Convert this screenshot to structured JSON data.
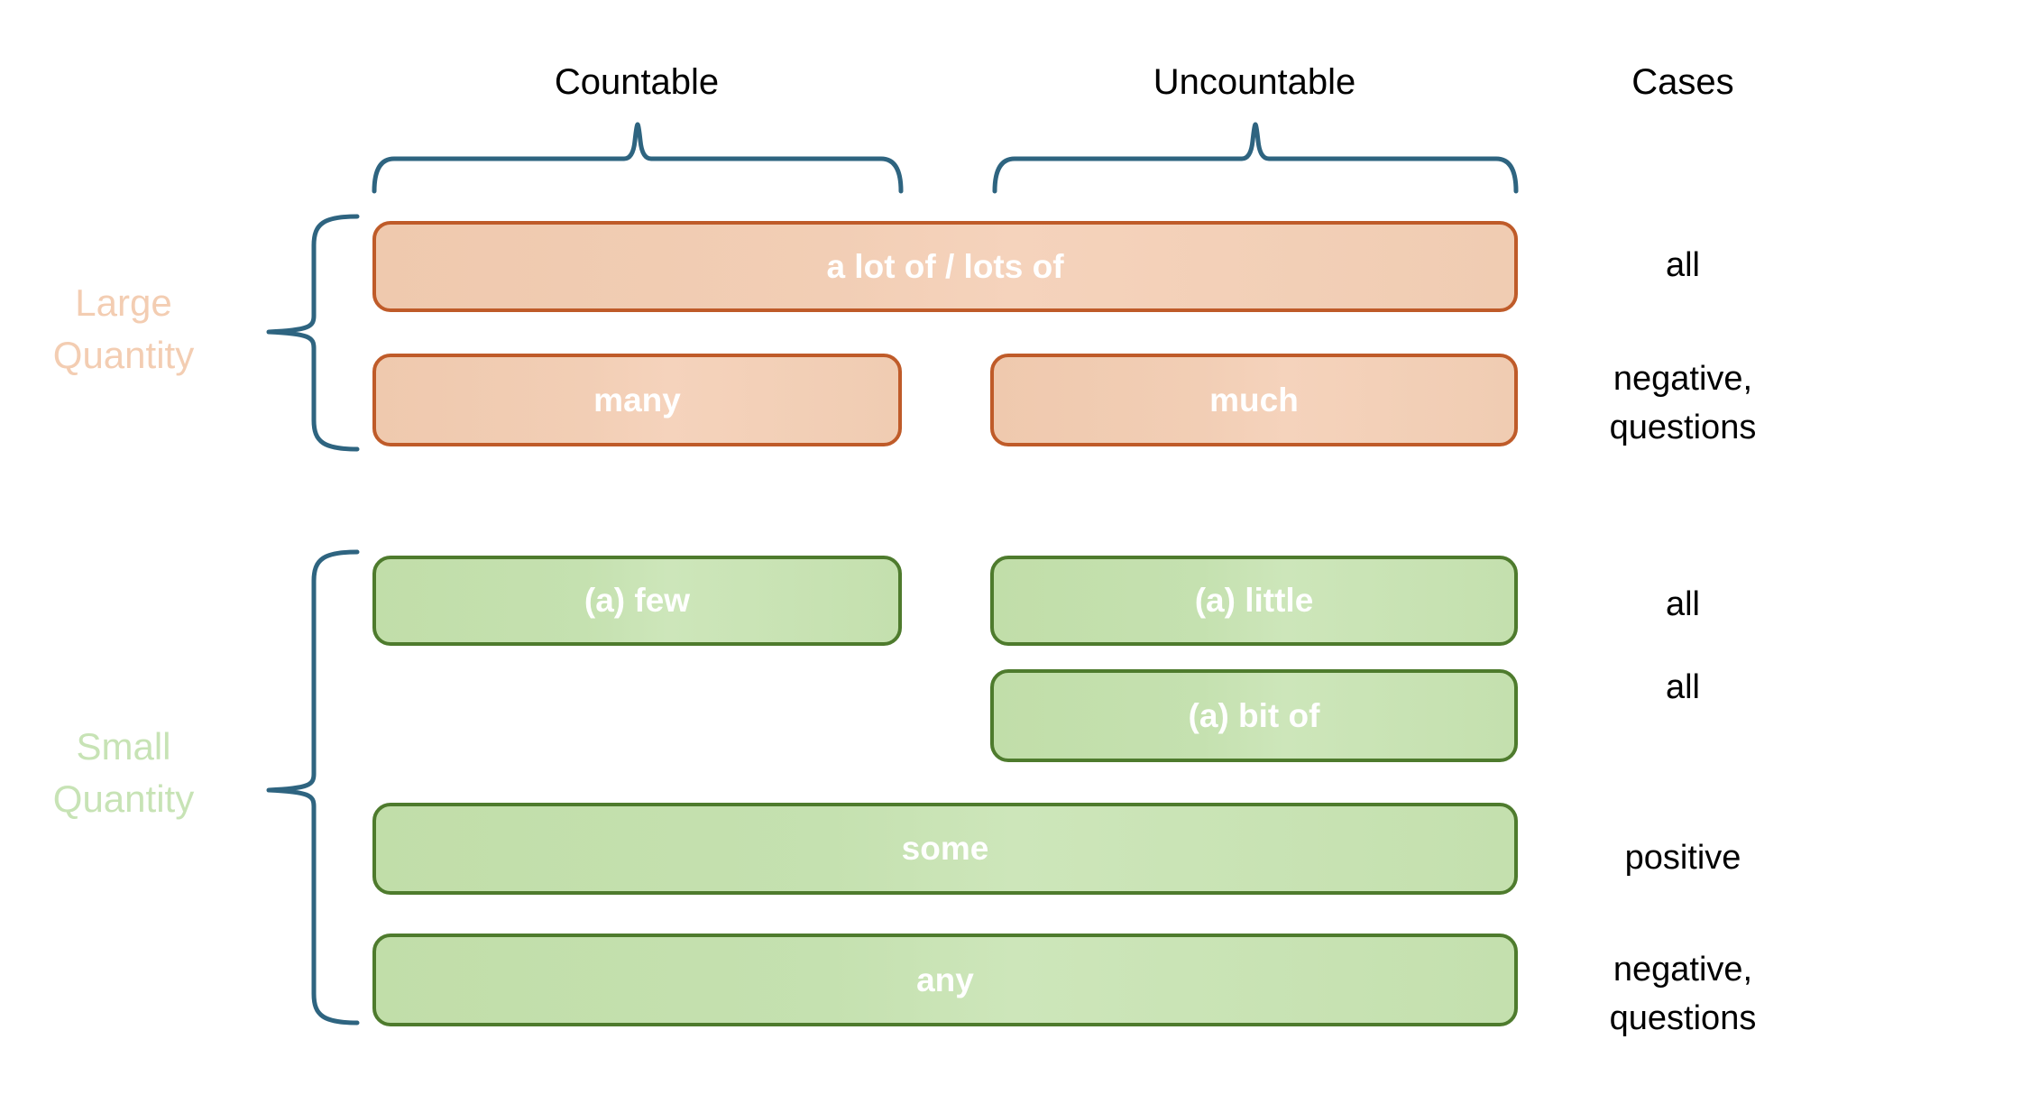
{
  "columns": {
    "countable": "Countable",
    "uncountable": "Uncountable",
    "cases": "Cases"
  },
  "row_groups": [
    {
      "id": "large",
      "label_lines": [
        "Large",
        "Quantity"
      ]
    },
    {
      "id": "small",
      "label_lines": [
        "Small",
        "Quantity"
      ]
    }
  ],
  "quantifiers": [
    {
      "label": "a lot of / lots of",
      "group": "large",
      "applies_to": "countable and uncountable",
      "cases": "all"
    },
    {
      "label": "many",
      "group": "large",
      "applies_to": "countable",
      "cases": "negative, questions"
    },
    {
      "label": "much",
      "group": "large",
      "applies_to": "uncountable",
      "cases": "negative, questions"
    },
    {
      "label": "(a) few",
      "group": "small",
      "applies_to": "countable",
      "cases": "all"
    },
    {
      "label": "(a) little",
      "group": "small",
      "applies_to": "uncountable",
      "cases": "all"
    },
    {
      "label": "(a) bit of",
      "group": "small",
      "applies_to": "uncountable",
      "cases": "all"
    },
    {
      "label": "some",
      "group": "small",
      "applies_to": "countable and uncountable",
      "cases": "positive"
    },
    {
      "label": "any",
      "group": "small",
      "applies_to": "countable and uncountable",
      "cases": "negative, questions"
    }
  ],
  "cases_column": {
    "row1": [
      "all"
    ],
    "row2": [
      "negative,",
      "questions"
    ],
    "row3": [
      "all"
    ],
    "row4": [
      "all"
    ],
    "row5": [
      "positive"
    ],
    "row6": [
      "negative,",
      "questions"
    ]
  },
  "colors": {
    "brace": "#2E6480",
    "orange_border": "#BF5B29",
    "orange_fill": "#F1CCB2",
    "orange_label": "#F3CDB2",
    "green_border": "#4E7B2D",
    "green_fill": "#C4E0AF",
    "green_label": "#C7E3B5",
    "box_text": "#FFFFFF",
    "heading_text": "#000000"
  }
}
